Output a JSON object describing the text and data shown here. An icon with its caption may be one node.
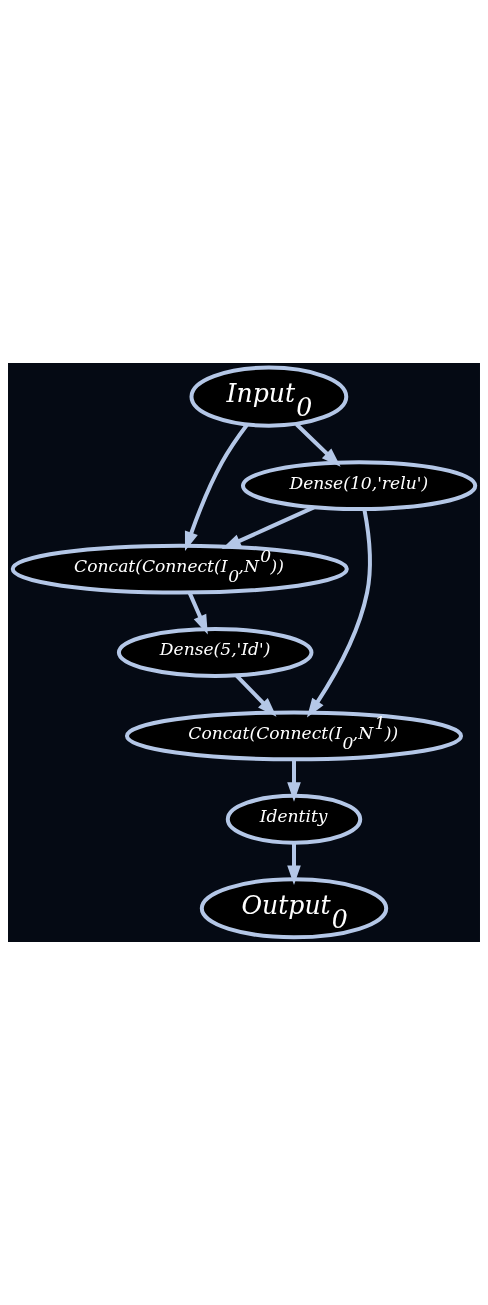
{
  "diagram": {
    "nodes": [
      {
        "text": [
          "Input$_{0}$"
        ]
      },
      {
        "text": [
          "Dense(10,'relu')"
        ]
      },
      {
        "text": [
          "Concat(Connect(I$_{0}$,N$^{0}$))"
        ]
      },
      {
        "text": [
          "Dense(5,'Id')"
        ]
      },
      {
        "text": [
          "Concat(Connect(I$_{0}$,N$^{1}$))"
        ]
      },
      {
        "text": [
          "Identity"
        ]
      },
      {
        "text": [
          "Output$_{0}$"
        ]
      }
    ],
    "edges": [
      {
        "from": 0,
        "to": 1,
        "arrow": "to"
      },
      {
        "from": 0,
        "to": 2,
        "arrow": "to"
      },
      {
        "from": 1,
        "to": 2,
        "arrow": "to"
      },
      {
        "from": 1,
        "to": 4,
        "arrow": "to"
      },
      {
        "from": 2,
        "to": 3,
        "arrow": "to"
      },
      {
        "from": 3,
        "to": 4,
        "arrow": "to"
      },
      {
        "from": 4,
        "to": 5,
        "arrow": "to"
      },
      {
        "from": 5,
        "to": 6,
        "arrow": "to"
      }
    ]
  }
}
